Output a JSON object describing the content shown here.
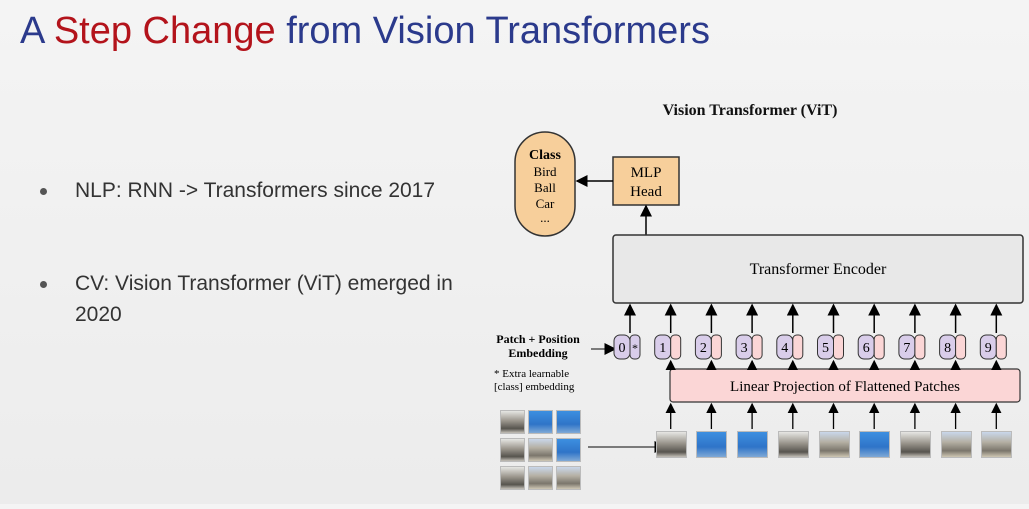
{
  "slide": {
    "title_part1": "A ",
    "title_accent": "Step Change",
    "title_part2": " from Vision Transformers",
    "bullets": [
      {
        "text": "NLP: RNN -> Transformers since 2017"
      },
      {
        "text": "CV: Vision Transformer (ViT) emerged in 2020"
      }
    ]
  },
  "diagram": {
    "title": "Vision Transformer (ViT)",
    "class_box": {
      "title": "Class",
      "items": [
        "Bird",
        "Ball",
        "Car",
        "..."
      ]
    },
    "mlp_head": {
      "line1": "MLP",
      "line2": "Head"
    },
    "encoder_label": "Transformer Encoder",
    "embedding_label": {
      "line1": "Patch + Position",
      "line2": "Embedding"
    },
    "extra_note": {
      "line1": "* Extra learnable",
      "line2": "[class] embedding"
    },
    "projection_label": "Linear Projection of Flattened Patches",
    "position_tokens": [
      "0",
      "1",
      "2",
      "3",
      "4",
      "5",
      "6",
      "7",
      "8",
      "9"
    ],
    "class_token_mark": "*",
    "colors": {
      "title_blue": "#2b3a8c",
      "title_red": "#b3131b",
      "class_fill": "#f7cf9b",
      "mlp_fill": "#f7cf9b",
      "encoder_fill": "#e8e8e8",
      "projection_fill": "#fbd6d6",
      "position_fill": "#d9cdea",
      "patch_fill": "#fbd6d6"
    }
  }
}
